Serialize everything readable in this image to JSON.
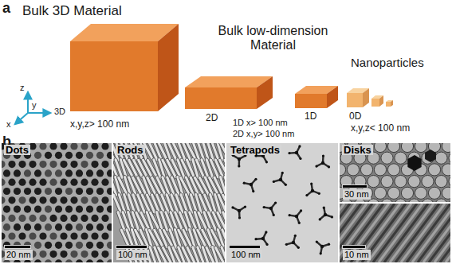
{
  "diagram": {
    "nodes": [
      {
        "text": [
          "Dots",
          "20 nm"
        ]
      },
      {
        "text": [
          "Rods",
          "100 nm"
        ]
      },
      {
        "text": [
          "Tetrapods",
          "100 nm"
        ]
      },
      {
        "text": [
          "Disks",
          "30 nm"
        ]
      },
      {
        "text": [
          "10 nm"
        ]
      }
    ],
    "labels": [
      "a",
      "Bulk 3D Material",
      "Bulk low-dimension Material",
      "Nanoparticles",
      "z",
      "y",
      "x",
      "3D",
      "x,y,z> 100 nm",
      "2D",
      "1D x> 100 nm",
      "2D x,y> 100 nm",
      "1D",
      "0D",
      "x,y,z< 100 nm",
      "b"
    ]
  }
}
